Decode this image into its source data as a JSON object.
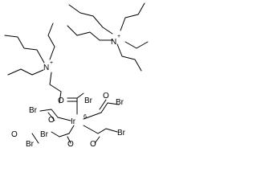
{
  "molecule": {
    "cation_left": {
      "n": "N",
      "charge": "+"
    },
    "cation_right": {
      "n": "N",
      "charge": "+"
    },
    "metal": {
      "symbol": "Ir",
      "charge": "6"
    },
    "ligands": {
      "top": {
        "br": "Br"
      },
      "right": {
        "br": "Br"
      },
      "left": {
        "br": "Br"
      },
      "bottom_left": {
        "br": "Br"
      },
      "bottom_right": {
        "br": "Br"
      },
      "upper_left": {
        "br": "Br"
      }
    },
    "carbonyl": {
      "o_top": "O",
      "o_right": "O",
      "o_left": "O",
      "o_bottom_left": "O",
      "o_bottom_right": "O",
      "o_upper_left": "O"
    },
    "colors": {
      "ink": "#000000",
      "background": "#ffffff"
    }
  }
}
